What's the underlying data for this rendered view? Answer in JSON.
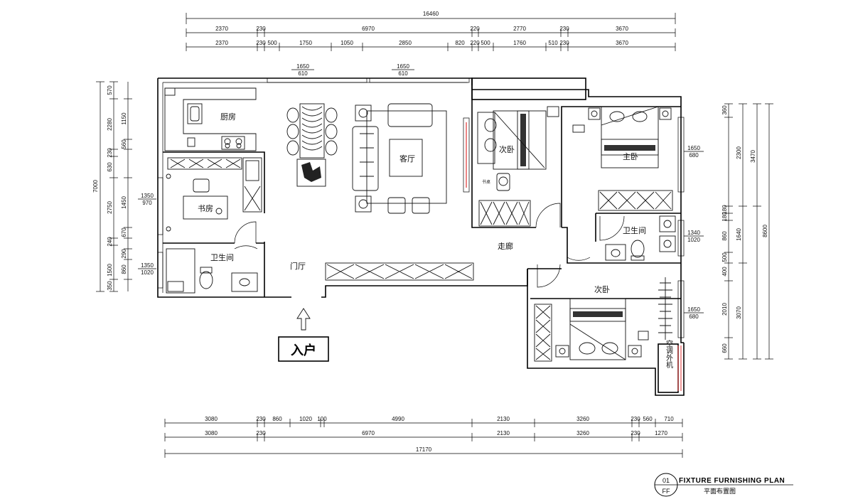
{
  "dims_top": {
    "total": "16460",
    "row2": [
      "2370",
      "230",
      "6970",
      "220",
      "2770",
      "230",
      "3670"
    ],
    "row3": [
      "2370",
      "230",
      "500",
      "1750",
      "1050",
      "2850",
      "820",
      "220",
      "500",
      "1760",
      "510",
      "230",
      "3670"
    ]
  },
  "dims_bottom": {
    "row1": [
      "3080",
      "230",
      "860",
      "1020",
      "100",
      "4990",
      "2130",
      "3260",
      "230",
      "560",
      "710"
    ],
    "row2": [
      "3080",
      "230",
      "6970",
      "2130",
      "3260",
      "230",
      "1270"
    ],
    "total": "17170"
  },
  "dims_left": {
    "outer": "7000",
    "mid": [
      "570",
      "2280",
      "230",
      "630",
      "2750",
      "240",
      "1500",
      "350"
    ],
    "inner": [
      "1150",
      "560",
      "1450",
      "670",
      "290",
      "860"
    ]
  },
  "dims_right": {
    "outer": "8600",
    "mid": [
      "2300",
      "3470",
      "1640",
      "3070"
    ],
    "inner": [
      "360",
      "180",
      "180",
      "860",
      "500",
      "400",
      "2010",
      "660"
    ]
  },
  "windows": {
    "w1": [
      "1650",
      "610"
    ],
    "w2": [
      "1650",
      "610"
    ],
    "w3": [
      "1650",
      "680"
    ],
    "w4": [
      "1340",
      "1020"
    ],
    "w5": [
      "1650",
      "680"
    ],
    "w6": [
      "1350",
      "970"
    ],
    "w7": [
      "1350",
      "1020"
    ]
  },
  "rooms": {
    "kitchen": "厨房",
    "study": "书房",
    "bath_left": "卫生间",
    "living": "客厅",
    "foyer": "门厅",
    "bedroom2": "次卧",
    "master": "主卧",
    "bath_right": "卫生间",
    "hallway": "走廊",
    "bedroom3": "次卧",
    "ac": "空调外机",
    "desk_label": "书桌"
  },
  "entrance": "入户",
  "title_block": {
    "number": "01",
    "code": "FF",
    "title_en": "FIXTURE FURNISHING PLAN",
    "title_cn": "平面布置图"
  },
  "icons": [
    "entry-arrow-icon"
  ]
}
